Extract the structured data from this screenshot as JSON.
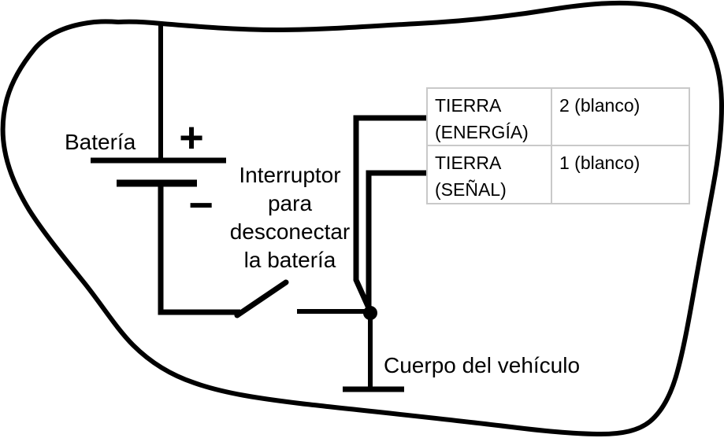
{
  "diagram": {
    "battery": {
      "label": "Batería",
      "positive_sign": "+",
      "negative_sign": "−"
    },
    "switch": {
      "label_lines": [
        "Interruptor",
        "para",
        "desconectar",
        "la batería"
      ]
    },
    "ground": {
      "label": "Cuerpo del vehículo"
    },
    "connector_table": {
      "rows": [
        {
          "signal": "TIERRA (ENERGÍA)",
          "pin": "2 (blanco)"
        },
        {
          "signal": "TIERRA (SEÑAL)",
          "pin": "1 (blanco)"
        }
      ]
    },
    "colors": {
      "line": "#000000",
      "table_border": "#c9c9c9",
      "background": "#ffffff",
      "text": "#000000"
    }
  }
}
